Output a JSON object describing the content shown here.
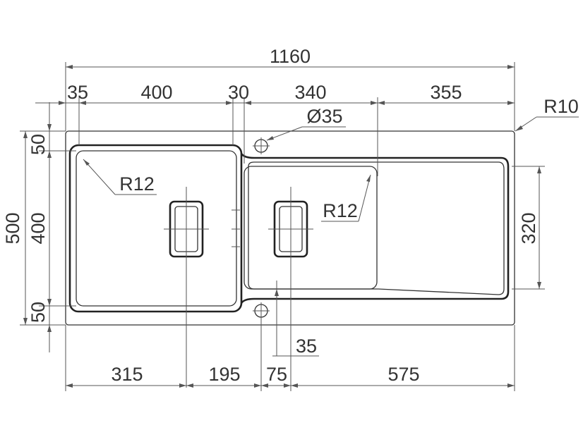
{
  "labels": {
    "overall_width": "1160",
    "top_35": "35",
    "top_400": "400",
    "top_30": "30",
    "top_340": "340",
    "top_355": "355",
    "corner_r10": "R10",
    "hole_diameter": "Ø35",
    "left_50_top": "50",
    "left_400": "400",
    "left_50_bottom": "50",
    "left_500": "500",
    "bowl_r12_left": "R12",
    "bowl_r12_right": "R12",
    "right_320": "320",
    "inner_35": "35",
    "bottom_315": "315",
    "bottom_195": "195",
    "bottom_75": "75",
    "bottom_575": "575"
  },
  "colors": {
    "line": "#333333",
    "dimension": "#555555",
    "background": "#ffffff"
  }
}
